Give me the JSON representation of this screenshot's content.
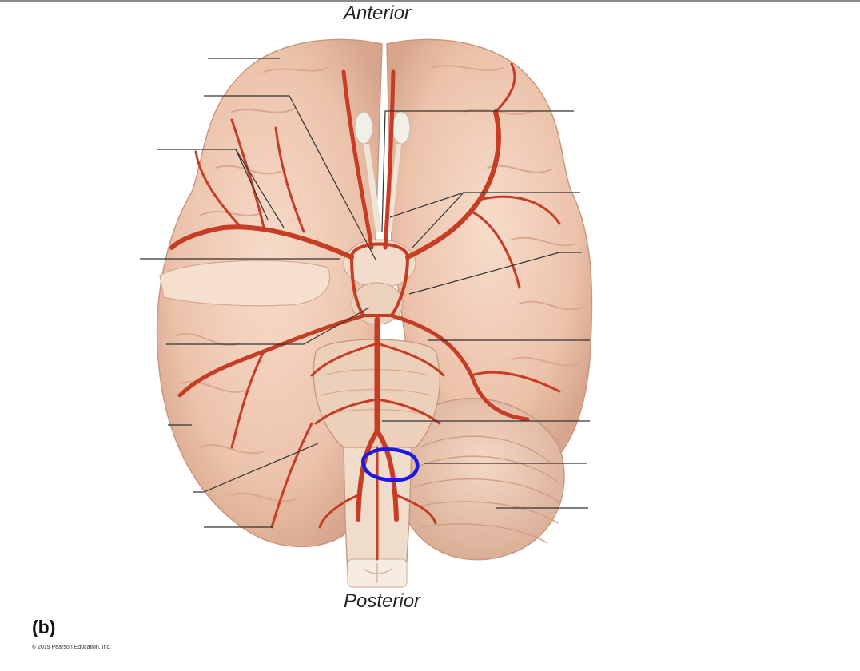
{
  "orientation": {
    "top": "Anterior",
    "bottom": "Posterior"
  },
  "panel_label": "(b)",
  "copyright": "© 2019 Pearson Education, Inc.",
  "colors": {
    "brain_tissue": "#f0cdb6",
    "brain_shadow": "#d7a58c",
    "artery": "#c63c24",
    "leader_line": "#333333",
    "highlight_circle": "#1a1ae0"
  },
  "label_lines": {
    "left_count": 8,
    "right_count": 7,
    "label_text": ""
  },
  "annotation": {
    "type": "hand-drawn circle",
    "color": "blue",
    "location": "origin of basilar artery at vertebral artery junction"
  }
}
